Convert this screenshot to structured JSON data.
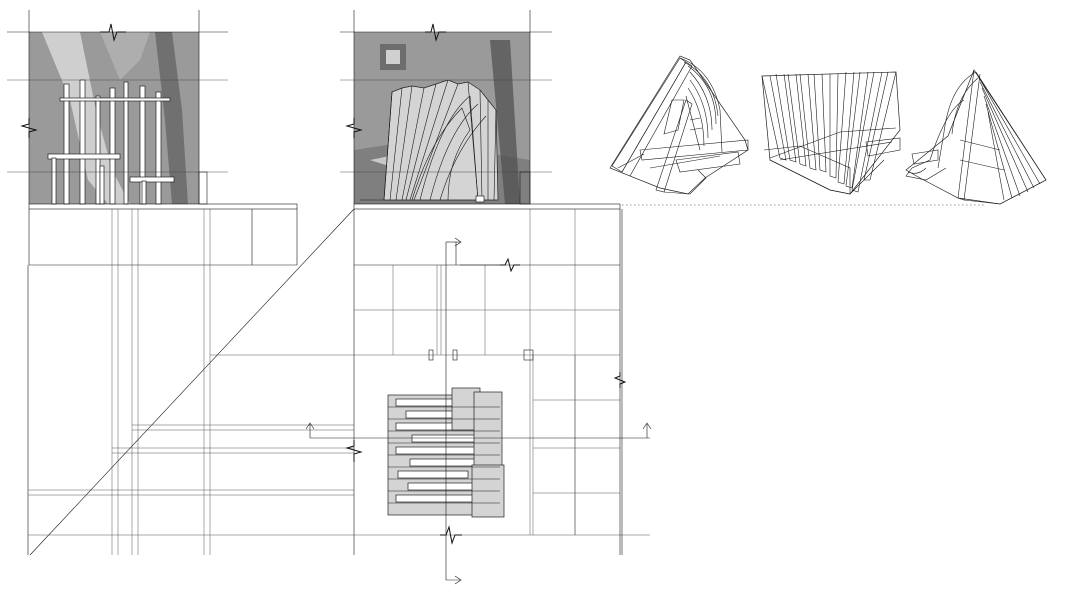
{
  "drawing": {
    "views": [
      {
        "name": "elevation-left"
      },
      {
        "name": "elevation-right"
      },
      {
        "name": "plan"
      },
      {
        "name": "axonometric-1"
      },
      {
        "name": "axonometric-2"
      },
      {
        "name": "axonometric-3"
      }
    ],
    "colors": {
      "line": "#1a1a1a",
      "section_fill": "#d4d4d4",
      "photo_tone": "#9a9a9a",
      "background": "#ffffff"
    },
    "icons": [
      "section-cut-arrow-icon",
      "break-line-icon"
    ]
  }
}
